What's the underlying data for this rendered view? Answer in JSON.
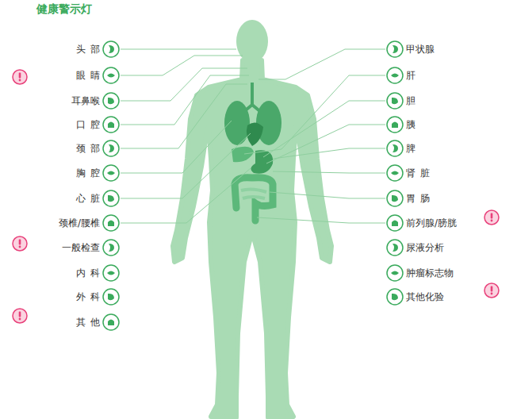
{
  "diagram": {
    "title": "健康警示灯",
    "labels": [
      "头部",
      "眼睛",
      "耳鼻喉",
      "口腔",
      "颈部",
      "胸腔",
      "心脏",
      "颈椎/腰椎",
      "一般检查",
      "内科",
      "外科",
      "其他",
      "甲状腺",
      "肝",
      "胆",
      "胰",
      "脾",
      "肾脏",
      "胃肠",
      "前列腺/膀胱",
      "尿液分析",
      "肿瘤标志物",
      "其他化验"
    ]
  }
}
